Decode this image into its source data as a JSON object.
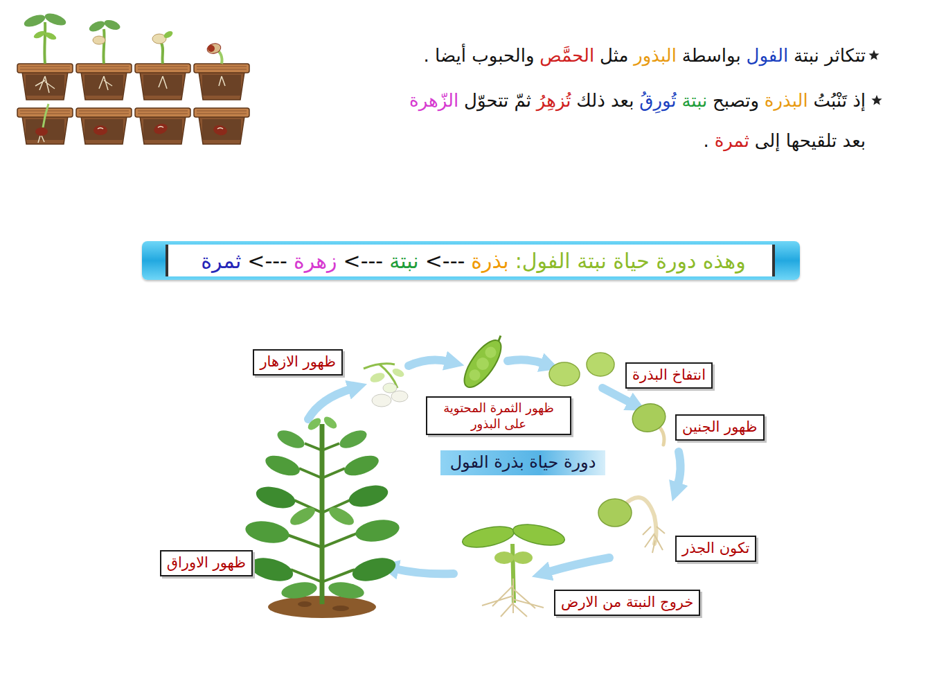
{
  "diagram": {
    "nodes": [
      {
        "text": [
          "وهذه دورة حياة نبتة الفول:",
          "بذرة",
          "--->",
          "نبتة",
          "--->",
          "زهرة",
          "--->",
          "ثمرة"
        ]
      },
      {
        "text": [
          "ظهور الازهار"
        ]
      },
      {
        "text": [
          "انتفاخ البذرة"
        ]
      },
      {
        "text": [
          "ظهور الثمرة المحتوية على البذور"
        ]
      },
      {
        "text": [
          "ظهور الجنين"
        ]
      },
      {
        "text": [
          "دورة حياة بذرة الفول"
        ]
      },
      {
        "text": [
          "تكون الجذر"
        ]
      },
      {
        "text": [
          "ظهور الاوراق"
        ]
      },
      {
        "text": [
          "خروج النبتة من الارض"
        ]
      }
    ],
    "labels": [
      "تتكاثر نبتة",
      "الفول",
      "بواسطة",
      "البذور",
      "مثل",
      "الحمَّص",
      "والحبوب أيضا .",
      "إذ تَنْبُتُ",
      "البذرة",
      "وتصبح",
      "نبتة",
      "تُورِقُ",
      "بعد ذلك",
      "تُزهِرُ",
      "ثمّ تتحوّل",
      "الزّهرة",
      "بعد تلقيحها إلى",
      "ثمرة",
      "."
    ]
  }
}
